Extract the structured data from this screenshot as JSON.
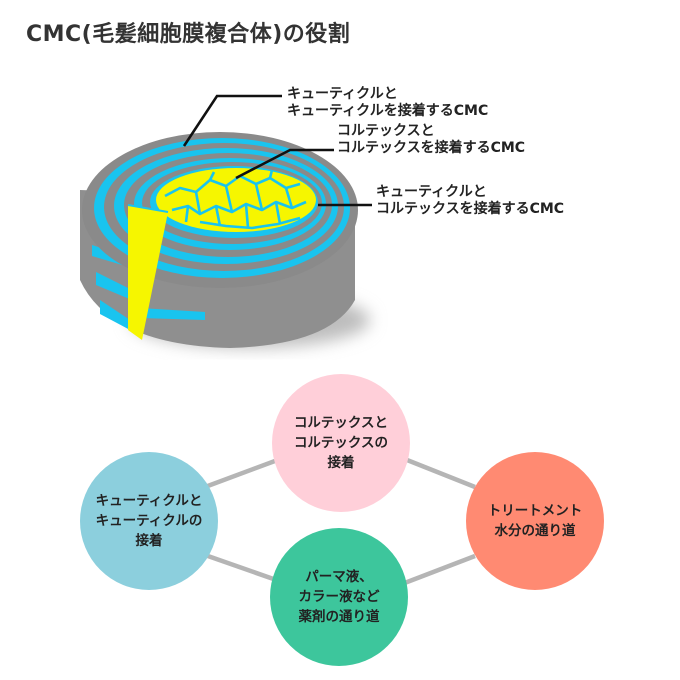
{
  "title": "CMC(毛髪細胞膜複合体)の役割",
  "diagram": {
    "callouts": [
      {
        "line1": "キューティクルと",
        "line2": "キューティクルを接着するCMC"
      },
      {
        "line1": "コルテックスと",
        "line2": "コルテックスを接着するCMC"
      },
      {
        "line1": "キューティクルと",
        "line2": "コルテックスを接着するCMC"
      }
    ]
  },
  "roles": {
    "cortex": {
      "line1": "コルテックスと",
      "line2": "コルテックスの",
      "line3": "接着",
      "color": "#ffcfd9"
    },
    "cuticle": {
      "line1": "キューティクルと",
      "line2": "キューティクルの",
      "line3": "接着",
      "color": "#8ccfdd"
    },
    "treatment": {
      "line1": "トリートメント",
      "line2": "水分の通り道",
      "color": "#ff8a72"
    },
    "perm": {
      "line1": "パーマ液、",
      "line2": "カラー液など",
      "line3": "薬剤の通り道",
      "color": "#3dc69c"
    }
  },
  "colors": {
    "cmc": "#19c4ef",
    "cortex_cells": "#f6f600",
    "cuticle": "#8a8a8a",
    "connector": "#b5b5b5"
  }
}
